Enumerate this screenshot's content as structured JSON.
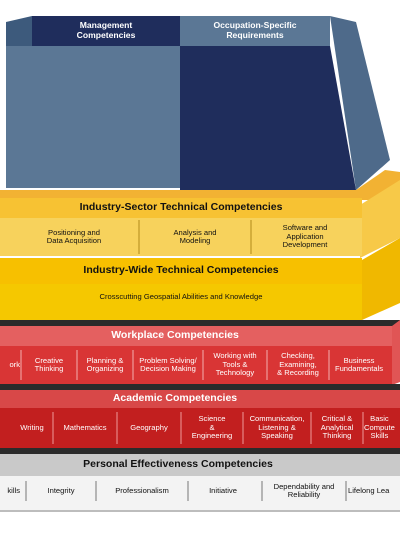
{
  "tiers": {
    "top": {
      "columns": [
        "Management\nCompetencies",
        "Occupation-Specific\nRequirements"
      ]
    },
    "industry_sector": {
      "title": "Industry-Sector Technical Competencies",
      "items": [
        "Positioning and\nData Acquisition",
        "Analysis and\nModeling",
        "Software and\nApplication\nDevelopment"
      ]
    },
    "industry_wide": {
      "title": "Industry-Wide Technical Competencies",
      "items": [
        "Crosscutting Geospatial Abilities and Knowledge"
      ]
    },
    "workplace": {
      "title": "Workplace Competencies",
      "items": [
        "ork",
        "Creative\nThinking",
        "Planning &\nOrganizing",
        "Problem Solving/\nDecision Making",
        "Working with\nTools &\nTechnology",
        "Checking,\nExamining,\n& Recording",
        "Business\nFundamentals"
      ]
    },
    "academic": {
      "title": "Academic Competencies",
      "items": [
        "Writing",
        "Mathematics",
        "Geography",
        "Science\n&\nEngineering",
        "Communication,\nListening &\nSpeaking",
        "Critical &\nAnalytical\nThinking",
        "Basic\nCompute\nSkills"
      ]
    },
    "personal": {
      "title": "Personal Effectiveness Competencies",
      "items": [
        "kills",
        "Integrity",
        "Professionalism",
        "Initiative",
        "Dependability and\nReliability",
        "Lifelong Lea"
      ]
    }
  },
  "colors": {
    "top_navy": "#1f2d5c",
    "top_steel": "#5b7795",
    "sector_yellow": "#f7d25c",
    "wide_yellow": "#f5c200",
    "workplace_red": "#d93535",
    "academic_red": "#c21f1f",
    "personal_gray": "#bfbfbf"
  }
}
